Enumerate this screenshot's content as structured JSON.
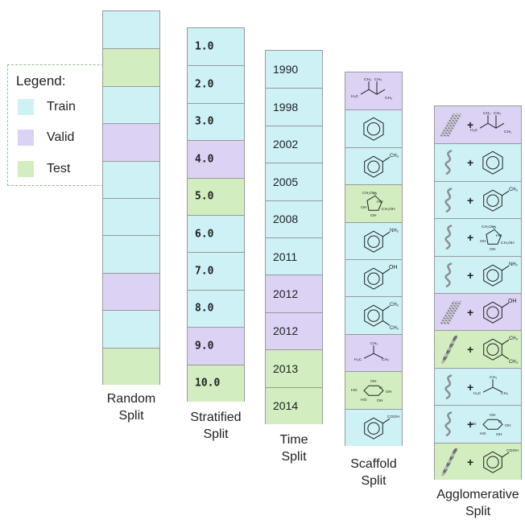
{
  "colors": {
    "train": "#cdf1f5",
    "valid": "#dcd2f3",
    "test": "#d2edc0"
  },
  "legend": {
    "title": "Legend:",
    "items": [
      {
        "label": "Train",
        "type": "train"
      },
      {
        "label": "Valid",
        "type": "valid"
      },
      {
        "label": "Test",
        "type": "test"
      }
    ]
  },
  "columns": [
    {
      "id": "random",
      "caption": [
        "Random",
        "Split"
      ],
      "cells": [
        {
          "type": "train"
        },
        {
          "type": "test"
        },
        {
          "type": "train"
        },
        {
          "type": "valid"
        },
        {
          "type": "train"
        },
        {
          "type": "train"
        },
        {
          "type": "train"
        },
        {
          "type": "valid"
        },
        {
          "type": "train"
        },
        {
          "type": "test"
        }
      ]
    },
    {
      "id": "stratified",
      "caption": [
        "Stratified",
        "Split"
      ],
      "cells": [
        {
          "type": "train",
          "text": "1.0"
        },
        {
          "type": "train",
          "text": "2.0"
        },
        {
          "type": "train",
          "text": "3.0"
        },
        {
          "type": "valid",
          "text": "4.0"
        },
        {
          "type": "test",
          "text": "5.0"
        },
        {
          "type": "train",
          "text": "6.0"
        },
        {
          "type": "train",
          "text": "7.0"
        },
        {
          "type": "train",
          "text": "8.0"
        },
        {
          "type": "valid",
          "text": "9.0"
        },
        {
          "type": "test",
          "text": "10.0"
        }
      ]
    },
    {
      "id": "time",
      "caption": [
        "Time",
        "Split"
      ],
      "cells": [
        {
          "type": "train",
          "text": "1990"
        },
        {
          "type": "train",
          "text": "1998"
        },
        {
          "type": "train",
          "text": "2002"
        },
        {
          "type": "train",
          "text": "2005"
        },
        {
          "type": "train",
          "text": "2008"
        },
        {
          "type": "train",
          "text": "2011"
        },
        {
          "type": "valid",
          "text": "2012"
        },
        {
          "type": "valid",
          "text": "2012"
        },
        {
          "type": "test",
          "text": "2013"
        },
        {
          "type": "test",
          "text": "2014"
        }
      ]
    },
    {
      "id": "scaffold",
      "caption": [
        "Scaffold",
        "Split"
      ],
      "cells": [
        {
          "type": "valid",
          "mol": "branched-alkane"
        },
        {
          "type": "train",
          "mol": "benzene"
        },
        {
          "type": "train",
          "mol": "toluene"
        },
        {
          "type": "test",
          "mol": "furanose-sugar"
        },
        {
          "type": "train",
          "mol": "aniline"
        },
        {
          "type": "train",
          "mol": "phenol"
        },
        {
          "type": "train",
          "mol": "xylene"
        },
        {
          "type": "valid",
          "mol": "isobutane"
        },
        {
          "type": "test",
          "mol": "glucose"
        },
        {
          "type": "train",
          "mol": "benzoic-acid"
        }
      ]
    },
    {
      "id": "agglomerative",
      "caption": [
        "Agglomerative",
        "Split"
      ],
      "cells": [
        {
          "type": "valid",
          "protein": "helix-bundle",
          "mol": "branched-alkane"
        },
        {
          "type": "train",
          "protein": "coil",
          "mol": "benzene"
        },
        {
          "type": "train",
          "protein": "coil",
          "mol": "toluene"
        },
        {
          "type": "train",
          "protein": "coil",
          "mol": "furanose-sugar"
        },
        {
          "type": "train",
          "protein": "coil",
          "mol": "aniline"
        },
        {
          "type": "valid",
          "protein": "helix-bundle",
          "mol": "phenol"
        },
        {
          "type": "test",
          "protein": "helix",
          "mol": "xylene"
        },
        {
          "type": "train",
          "protein": "coil",
          "mol": "isobutane"
        },
        {
          "type": "train",
          "protein": "coil",
          "mol": "glucose"
        },
        {
          "type": "test",
          "protein": "helix",
          "mol": "benzoic-acid"
        }
      ]
    }
  ]
}
